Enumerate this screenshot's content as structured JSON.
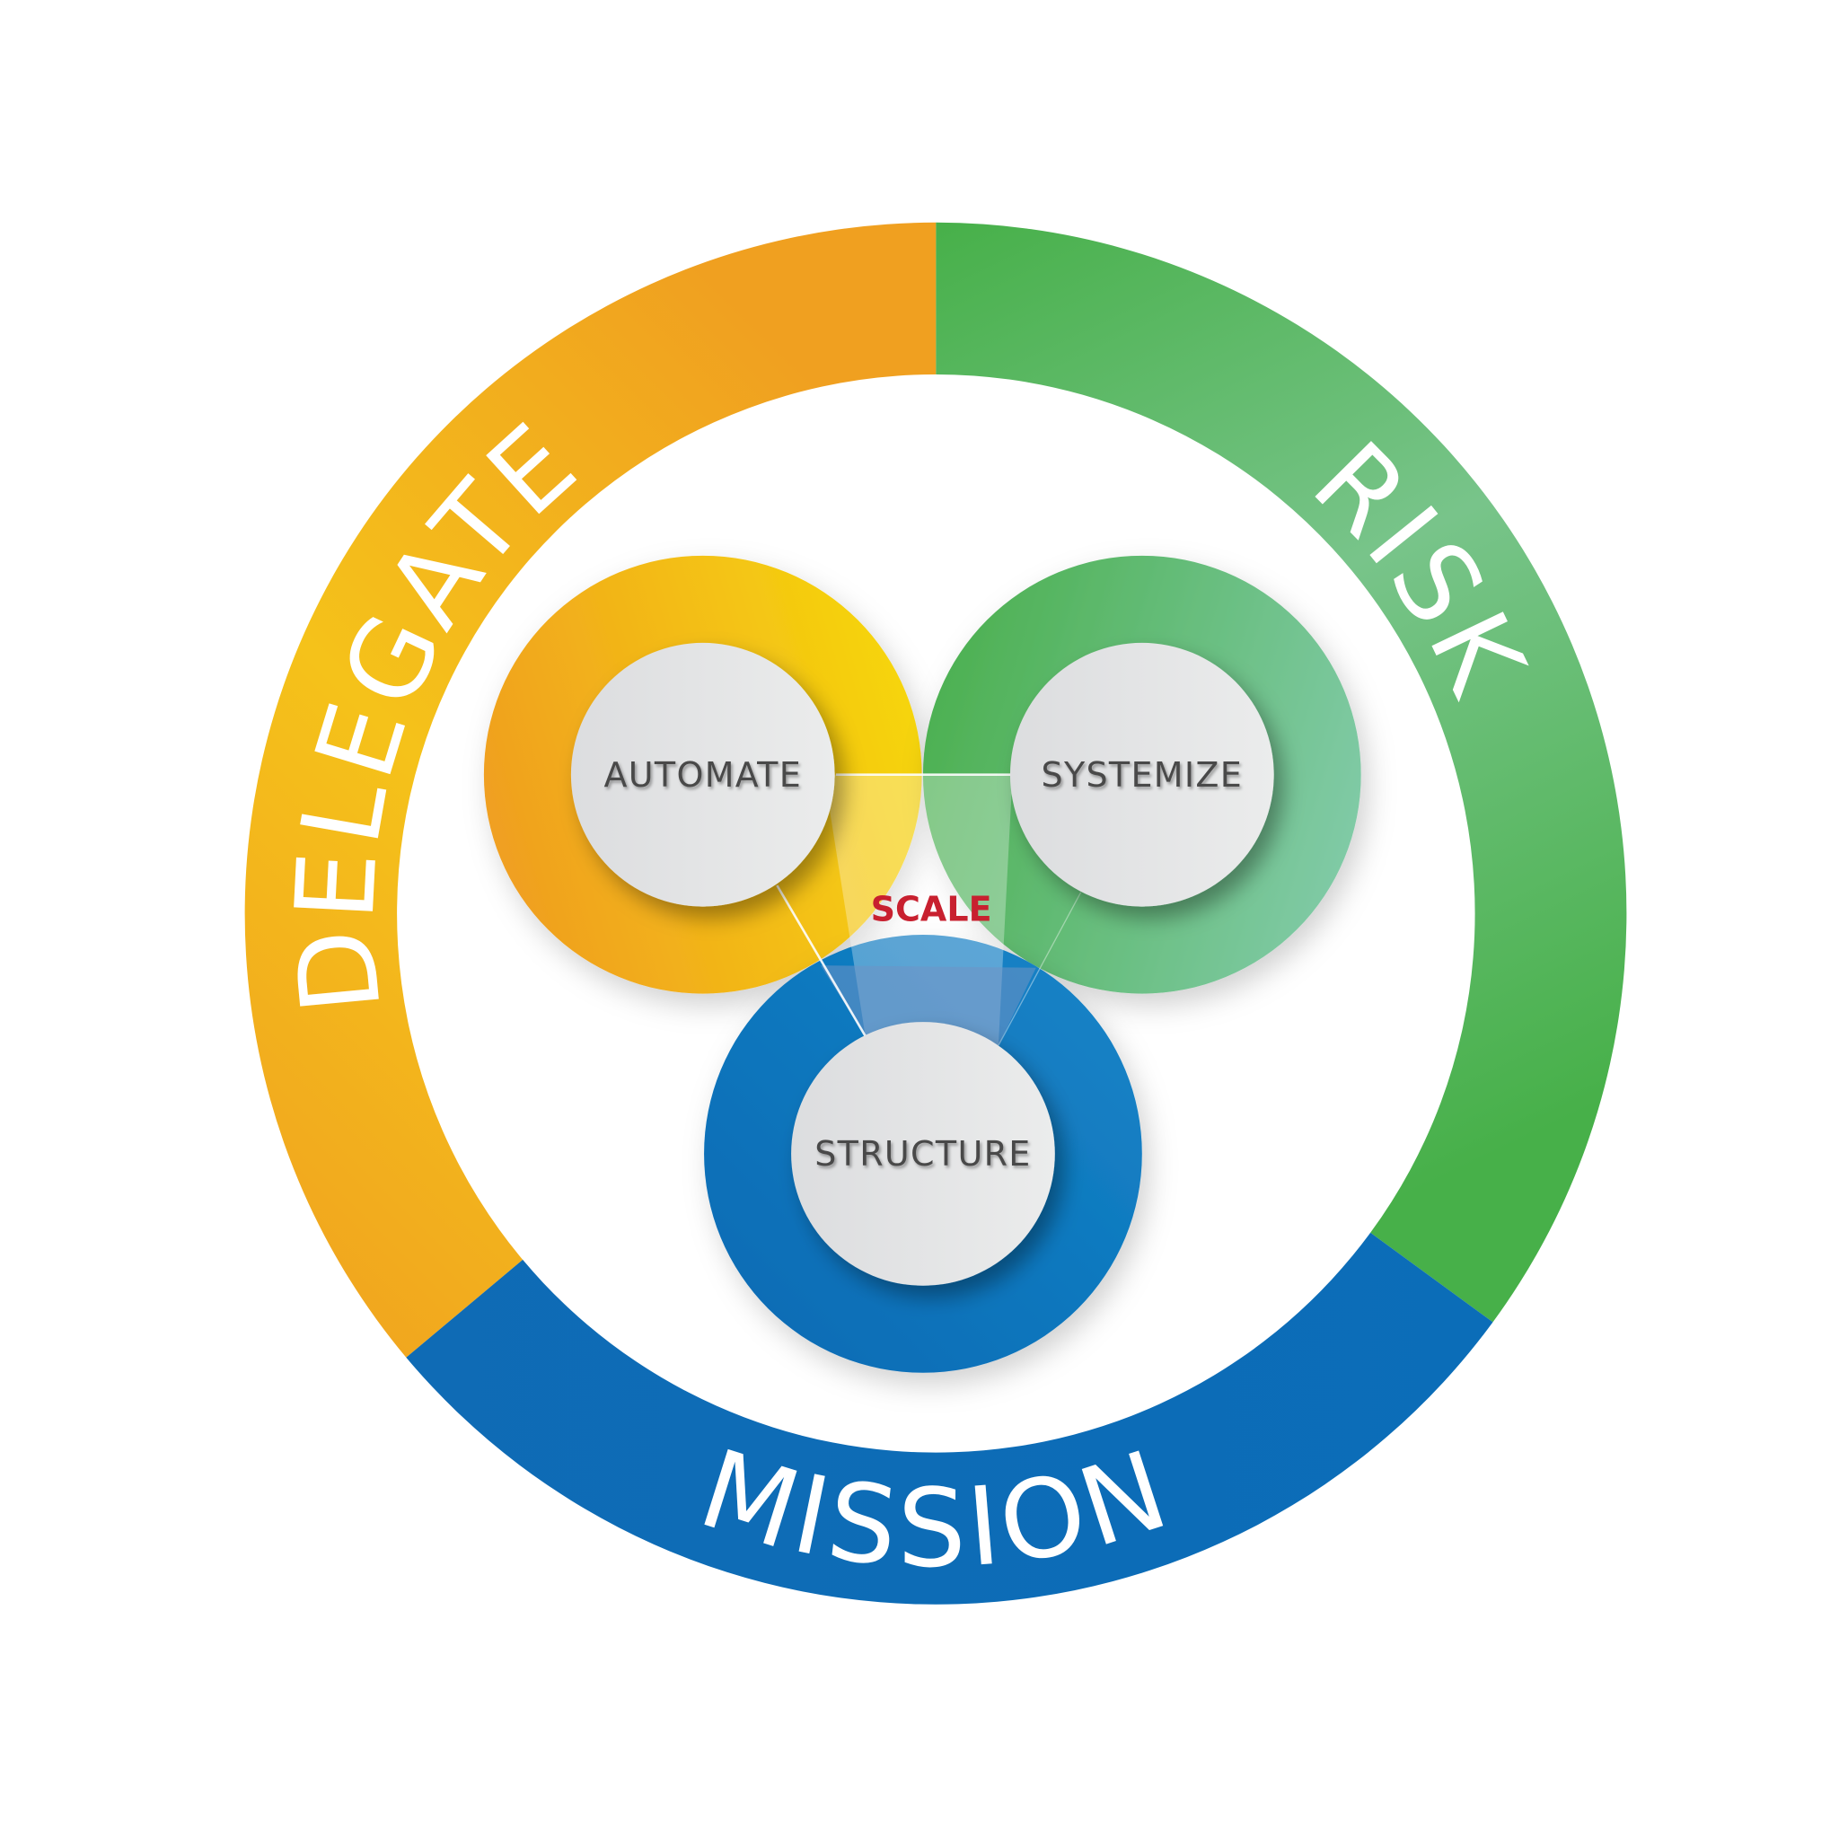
{
  "outer_ring": {
    "segments": [
      {
        "label": "DELEGATE",
        "color_start": "#f5a623",
        "color_end": "#f0c419"
      },
      {
        "label": "RISK",
        "color_start": "#47b049",
        "color_end": "#7cc89b"
      },
      {
        "label": "MISSION",
        "color_start": "#0b6fba",
        "color_end": "#1070b5"
      }
    ]
  },
  "nodes": [
    {
      "label": "AUTOMATE",
      "color_a": "#f0a020",
      "color_b": "#f5d20e"
    },
    {
      "label": "SYSTEMIZE",
      "color_a": "#4cb050",
      "color_b": "#7ecaa8"
    },
    {
      "label": "STRUCTURE",
      "color_a": "#0a6fb8",
      "color_b": "#1482c6"
    }
  ],
  "center": {
    "label": "SCALE",
    "color": "#c8202f"
  }
}
